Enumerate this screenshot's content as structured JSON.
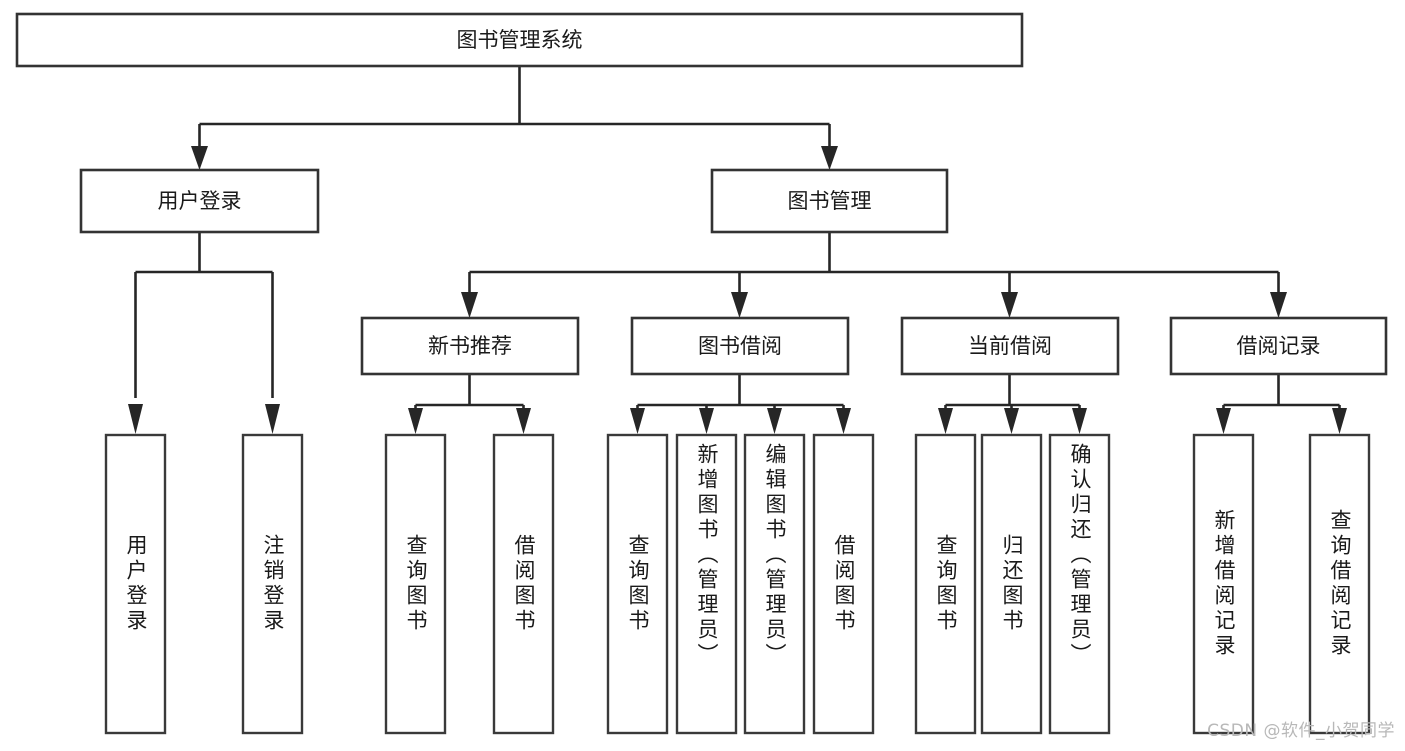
{
  "diagram": {
    "type": "tree-hierarchy",
    "title": "图书管理系统",
    "watermark": "CSDN @软件_小贺同学",
    "root": {
      "label": "图书管理系统",
      "children": [
        {
          "label": "用户登录",
          "children": [
            {
              "label": "用户登录"
            },
            {
              "label": "注销登录"
            }
          ]
        },
        {
          "label": "图书管理",
          "children": [
            {
              "label": "新书推荐",
              "children": [
                {
                  "label": "查询图书"
                },
                {
                  "label": "借阅图书"
                }
              ]
            },
            {
              "label": "图书借阅",
              "children": [
                {
                  "label": "查询图书"
                },
                {
                  "label": "新增图书（管理员）"
                },
                {
                  "label": "编辑图书（管理员）"
                },
                {
                  "label": "借阅图书"
                }
              ]
            },
            {
              "label": "当前借阅",
              "children": [
                {
                  "label": "查询图书"
                },
                {
                  "label": "归还图书"
                },
                {
                  "label": "确认归还（管理员）"
                }
              ]
            },
            {
              "label": "借阅记录",
              "children": [
                {
                  "label": "新增借阅记录"
                },
                {
                  "label": "查询借阅记录"
                }
              ]
            }
          ]
        }
      ]
    },
    "nodes": {
      "root": "图书管理系统",
      "user_login": "用户登录",
      "book_manage": "图书管理",
      "new_book_rec": "新书推荐",
      "book_borrow": "图书借阅",
      "current_borrow": "当前借阅",
      "borrow_record": "借阅记录",
      "leaf_user_login": "用户登录",
      "leaf_logout": "注销登录",
      "leaf_query_book_1": "查询图书",
      "leaf_borrow_book_1": "借阅图书",
      "leaf_query_book_2": "查询图书",
      "leaf_add_book": "新增图书（管理员）",
      "leaf_edit_book": "编辑图书（管理员）",
      "leaf_borrow_book_2": "借阅图书",
      "leaf_query_book_3": "查询图书",
      "leaf_return_book": "归还图书",
      "leaf_confirm_return": "确认归还（管理员）",
      "leaf_add_record": "新增借阅记录",
      "leaf_query_record": "查询借阅记录"
    },
    "colors": {
      "box_fill": "#ffffff",
      "box_stroke": "#333333",
      "connector": "#262626",
      "text": "#1a1a1a",
      "watermark": "#b8b8b8",
      "background": "#ffffff"
    }
  }
}
